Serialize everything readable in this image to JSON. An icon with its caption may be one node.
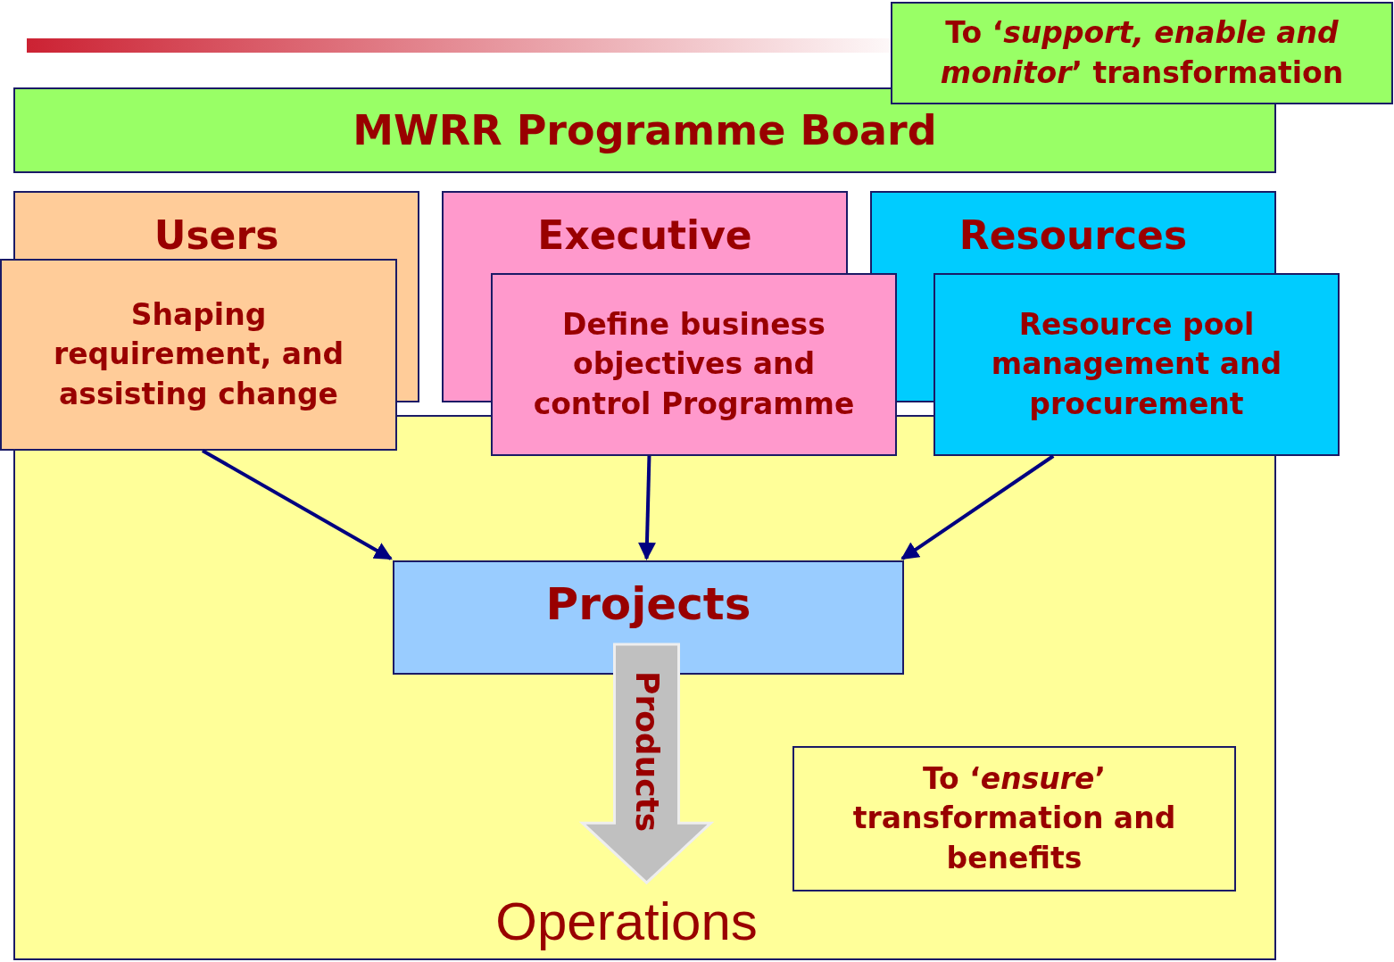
{
  "diagram": {
    "nodes": [
      {
        "text": [
          "To ‘*support, enable and monitor*’ transformation"
        ]
      },
      {
        "text": [
          "MWRR Programme Board"
        ]
      },
      {
        "text": [
          "Users"
        ]
      },
      {
        "text": [
          "Shaping requirement, and assisting change"
        ]
      },
      {
        "text": [
          "Executive"
        ]
      },
      {
        "text": [
          "Define business objectives and control Programme"
        ]
      },
      {
        "text": [
          "Resources"
        ]
      },
      {
        "text": [
          "Resource pool management and procurement"
        ]
      },
      {
        "text": [],
        "shape": "box"
      },
      {
        "text": [
          "Projects"
        ],
        "in": 8
      },
      {
        "text": [
          "To ‘*ensure*’ transformation and benefits"
        ],
        "in": 8
      },
      {
        "text": [
          "Operations"
        ],
        "in": 8
      }
    ],
    "edges": [
      {
        "from": 3,
        "to": 9,
        "arrow": "to"
      },
      {
        "from": 5,
        "to": 9,
        "arrow": "to"
      },
      {
        "from": 7,
        "to": 9,
        "arrow": "to"
      },
      {
        "from": 9,
        "to": 11,
        "arrow": "to",
        "label": "Products",
        "style": "thick",
        "color": "#c0c0c0"
      }
    ]
  }
}
